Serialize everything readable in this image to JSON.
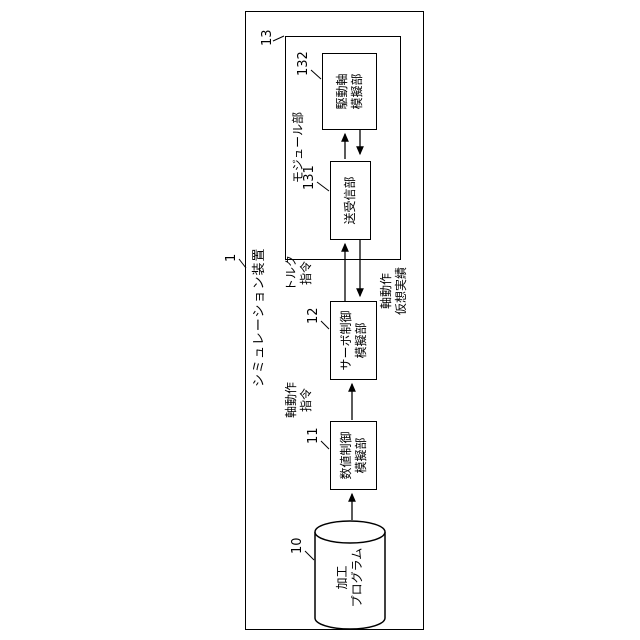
{
  "figure": {
    "title": "シミュレーション装置",
    "refs": {
      "device": "1",
      "program": "10",
      "nc": "11",
      "servo": "12",
      "module": "13",
      "txrx": "131",
      "drive": "132"
    },
    "nodes": {
      "program": {
        "line1": "加工",
        "line2": "プログラム"
      },
      "nc": {
        "line1": "数値制御",
        "line2": "模擬部"
      },
      "servo": {
        "line1": "サーボ制御",
        "line2": "模擬部"
      },
      "module": {
        "label": "モジュール部"
      },
      "txrx": {
        "label": "送受信部"
      },
      "drive": {
        "line1": "駆動軸",
        "line2": "模擬部"
      }
    },
    "signals": {
      "axis_command": {
        "line1": "軸動作",
        "line2": "指令"
      },
      "torque_command": {
        "line1": "トルク",
        "line2": "指令"
      },
      "axis_virtual_result": {
        "line1": "軸動作",
        "line2": "仮想実績"
      }
    }
  }
}
